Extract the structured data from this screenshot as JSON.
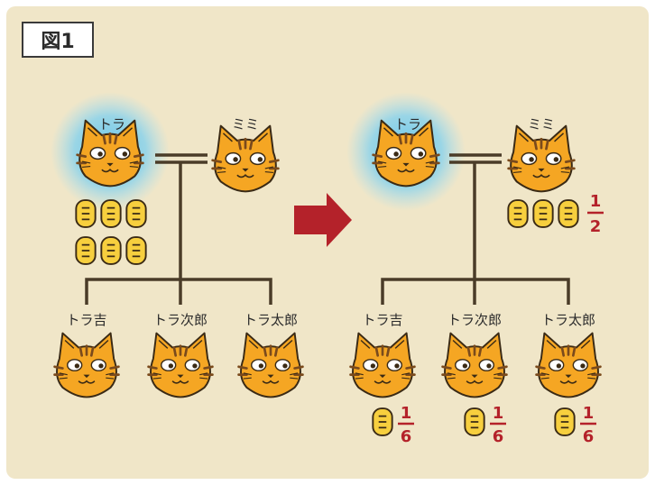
{
  "figure_label": "図1",
  "colors": {
    "background": "#f0e6c8",
    "cat_fill": "#f5a623",
    "stripe": "#7a4a1c",
    "glow": "#62c4ec",
    "coin": "#f7cf3e",
    "arrow": "#b4222a",
    "fraction": "#b4222a",
    "line": "#4a3c28"
  },
  "before": {
    "father": {
      "name": "トラ",
      "coins": 6
    },
    "mother": {
      "name": "ミミ",
      "coins": 0
    },
    "children": [
      {
        "name": "トラ吉",
        "coins": 0
      },
      {
        "name": "トラ次郎",
        "coins": 0
      },
      {
        "name": "トラ太郎",
        "coins": 0
      }
    ]
  },
  "after": {
    "father": {
      "name": "トラ",
      "coins": 0
    },
    "mother": {
      "name": "ミミ",
      "coins": 3,
      "share": {
        "numerator": "1",
        "denominator": "2"
      }
    },
    "children": [
      {
        "name": "トラ吉",
        "coins": 1,
        "share": {
          "numerator": "1",
          "denominator": "6"
        }
      },
      {
        "name": "トラ次郎",
        "coins": 1,
        "share": {
          "numerator": "1",
          "denominator": "6"
        }
      },
      {
        "name": "トラ太郎",
        "coins": 1,
        "share": {
          "numerator": "1",
          "denominator": "6"
        }
      }
    ]
  }
}
